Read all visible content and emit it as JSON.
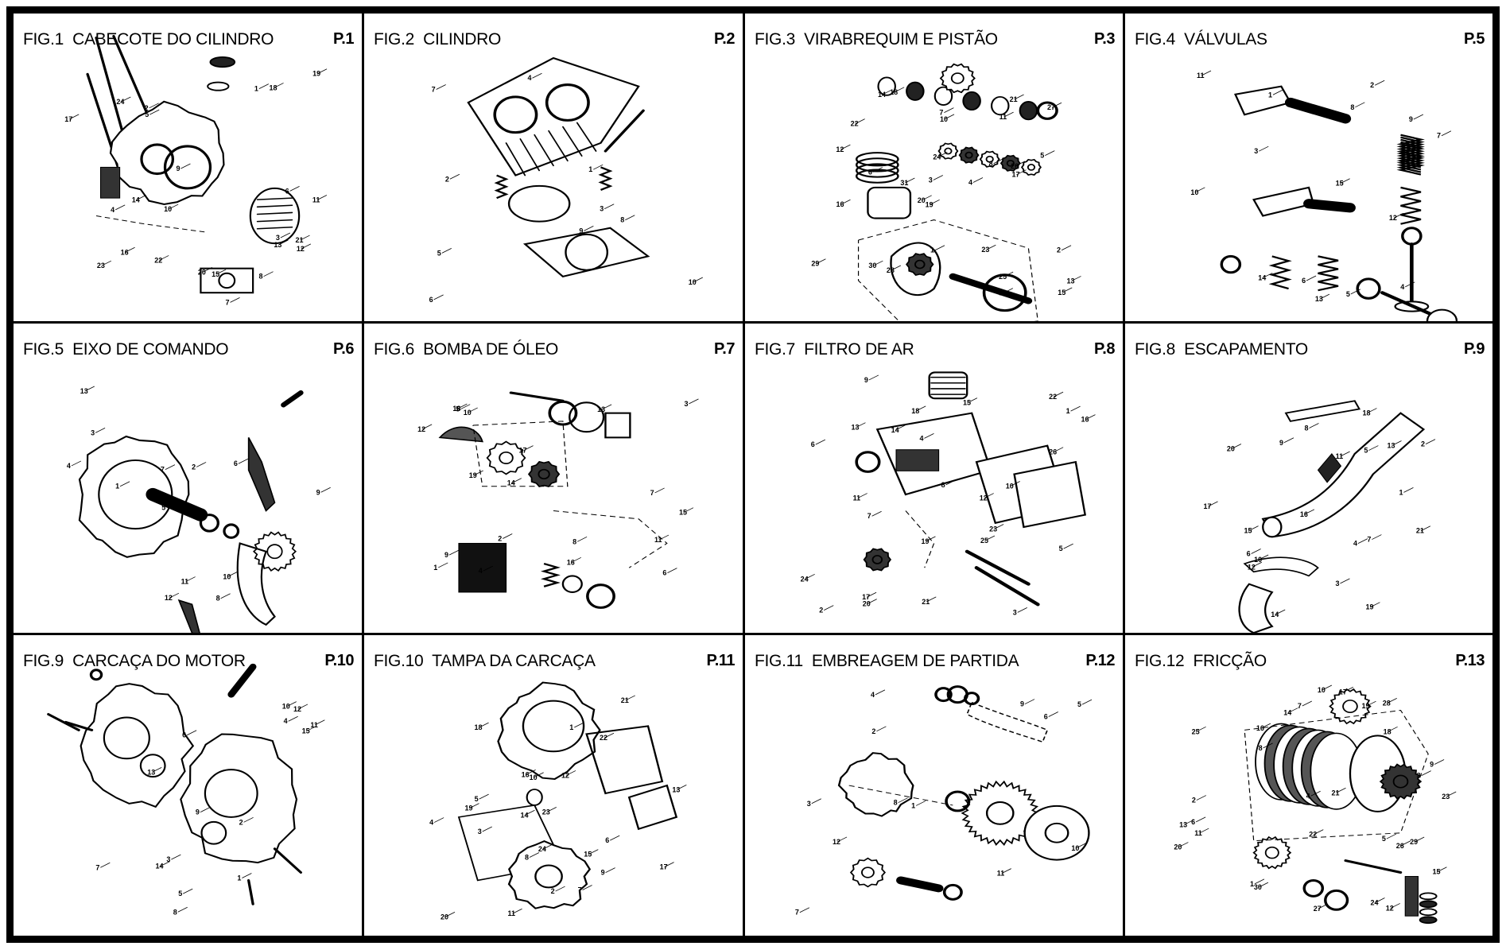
{
  "panels": [
    {
      "fig": "FIG.1",
      "name": "CABECOTE DO CILINDRO",
      "page": "P.1",
      "callouts": [
        "1",
        "2",
        "3",
        "4",
        "5",
        "6",
        "7",
        "8",
        "9",
        "10",
        "11",
        "12",
        "13",
        "14",
        "15",
        "16",
        "17",
        "18",
        "19",
        "20",
        "21",
        "22",
        "23",
        "24"
      ]
    },
    {
      "fig": "FIG.2",
      "name": "CILINDRO",
      "page": "P.2",
      "callouts": [
        "1",
        "2",
        "3",
        "4",
        "5",
        "6",
        "7",
        "8",
        "9",
        "10"
      ]
    },
    {
      "fig": "FIG.3",
      "name": "VIRABREQUIM E PISTÃO",
      "page": "P.3",
      "callouts": [
        "1",
        "2",
        "3",
        "4",
        "5",
        "6",
        "7",
        "8",
        "9",
        "10",
        "11",
        "12",
        "13",
        "14",
        "15",
        "16",
        "17",
        "18",
        "19",
        "20",
        "21",
        "22",
        "23",
        "24",
        "25",
        "26",
        "27",
        "28",
        "29",
        "30",
        "31"
      ]
    },
    {
      "fig": "FIG.4",
      "name": "VÁLVULAS",
      "page": "P.5",
      "callouts": [
        "1",
        "2",
        "3",
        "4",
        "5",
        "6",
        "7",
        "8",
        "9",
        "10",
        "11",
        "12",
        "13",
        "14",
        "15"
      ]
    },
    {
      "fig": "FIG.5",
      "name": "EIXO DE COMANDO",
      "page": "P.6",
      "callouts": [
        "1",
        "2",
        "3",
        "4",
        "5",
        "6",
        "7",
        "8",
        "9",
        "10",
        "11",
        "12",
        "13"
      ]
    },
    {
      "fig": "FIG.6",
      "name": "BOMBA DE ÓLEO",
      "page": "P.7",
      "callouts": [
        "1",
        "2",
        "3",
        "4",
        "5",
        "6",
        "7",
        "8",
        "9",
        "10",
        "11",
        "12",
        "13",
        "14",
        "15",
        "16",
        "17",
        "18",
        "19"
      ]
    },
    {
      "fig": "FIG.7",
      "name": "FILTRO DE AR",
      "page": "P.8",
      "callouts": [
        "1",
        "2",
        "3",
        "4",
        "5",
        "6",
        "7",
        "8",
        "9",
        "10",
        "11",
        "12",
        "13",
        "14",
        "15",
        "16",
        "17",
        "18",
        "19",
        "20",
        "21",
        "22",
        "23",
        "24",
        "25",
        "26"
      ]
    },
    {
      "fig": "FIG.8",
      "name": "ESCAPAMENTO",
      "page": "P.9",
      "callouts": [
        "1",
        "2",
        "3",
        "4",
        "5",
        "6",
        "7",
        "8",
        "9",
        "10",
        "11",
        "12",
        "13",
        "14",
        "15",
        "16",
        "17",
        "18",
        "19",
        "20",
        "21"
      ]
    },
    {
      "fig": "FIG.9",
      "name": "CARCAÇA DO MOTOR",
      "page": "P.10",
      "callouts": [
        "1",
        "2",
        "3",
        "4",
        "5",
        "6",
        "7",
        "8",
        "9",
        "10",
        "11",
        "12",
        "13",
        "14",
        "15"
      ]
    },
    {
      "fig": "FIG.10",
      "name": "TAMPA DA CARCAÇA",
      "page": "P.11",
      "callouts": [
        "1",
        "2",
        "3",
        "4",
        "5",
        "6",
        "7",
        "8",
        "9",
        "10",
        "11",
        "12",
        "13",
        "14",
        "15",
        "16",
        "17",
        "18",
        "19",
        "20",
        "21",
        "22",
        "23",
        "24"
      ]
    },
    {
      "fig": "FIG.11",
      "name": "EMBREAGEM DE PARTIDA",
      "page": "P.12",
      "callouts": [
        "1",
        "2",
        "3",
        "4",
        "5",
        "6",
        "7",
        "8",
        "9",
        "10",
        "11",
        "12"
      ]
    },
    {
      "fig": "FIG.12",
      "name": "FRICÇÃO",
      "page": "P.13",
      "callouts": [
        "1",
        "2",
        "3",
        "4",
        "5",
        "6",
        "7",
        "8",
        "9",
        "10",
        "11",
        "12",
        "13",
        "14",
        "15",
        "16",
        "17",
        "18",
        "19",
        "20",
        "21",
        "22",
        "23",
        "24",
        "25",
        "26",
        "27",
        "28",
        "29",
        "30"
      ]
    }
  ],
  "colors": {
    "ink": "#000000",
    "paper": "#ffffff"
  }
}
